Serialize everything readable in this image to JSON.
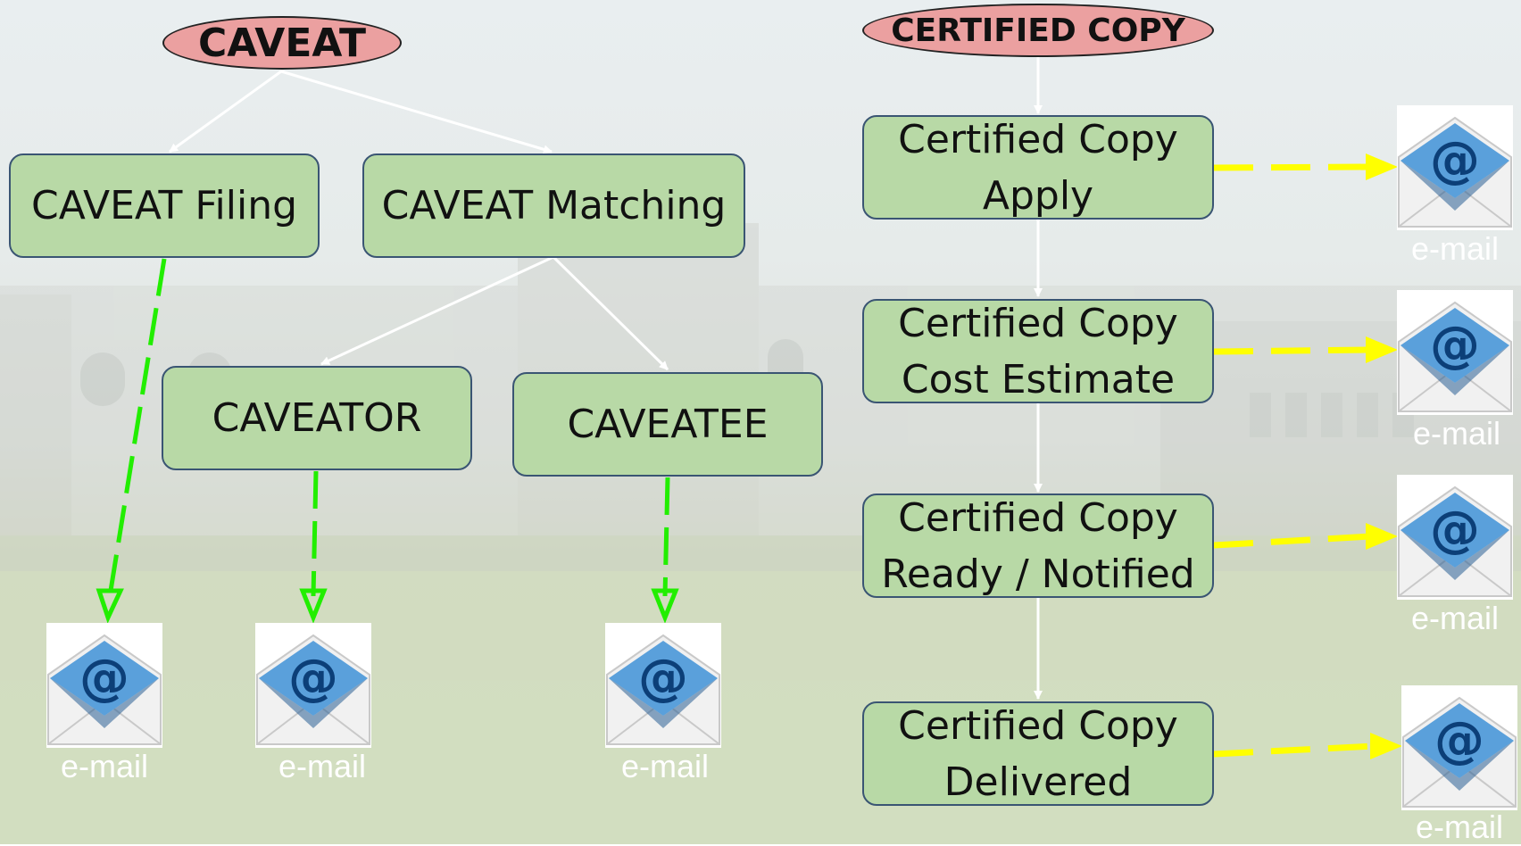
{
  "caveat": {
    "title": "CAVEAT",
    "filing": "CAVEAT Filing",
    "matching": "CAVEAT Matching",
    "caveator": "CAVEATOR",
    "caveatee": "CAVEATEE"
  },
  "certified_copy": {
    "title": "CERTIFIED COPY",
    "steps": [
      {
        "line1": "Certified Copy",
        "line2": "Apply"
      },
      {
        "line1": "Certified Copy",
        "line2": "Cost Estimate"
      },
      {
        "line1": "Certified Copy",
        "line2": "Ready / Notified"
      },
      {
        "line1": "Certified Copy",
        "line2": "Delivered"
      }
    ]
  },
  "email": {
    "label": "e-mail",
    "symbol": "@"
  },
  "colors": {
    "box_fill": "#b8d9a6",
    "box_border": "#3a5573",
    "pill_fill": "#eba0a0",
    "caveat_arrow": "#22ee00",
    "copy_arrow": "#ffff00",
    "tree_connector": "#ffffff"
  }
}
